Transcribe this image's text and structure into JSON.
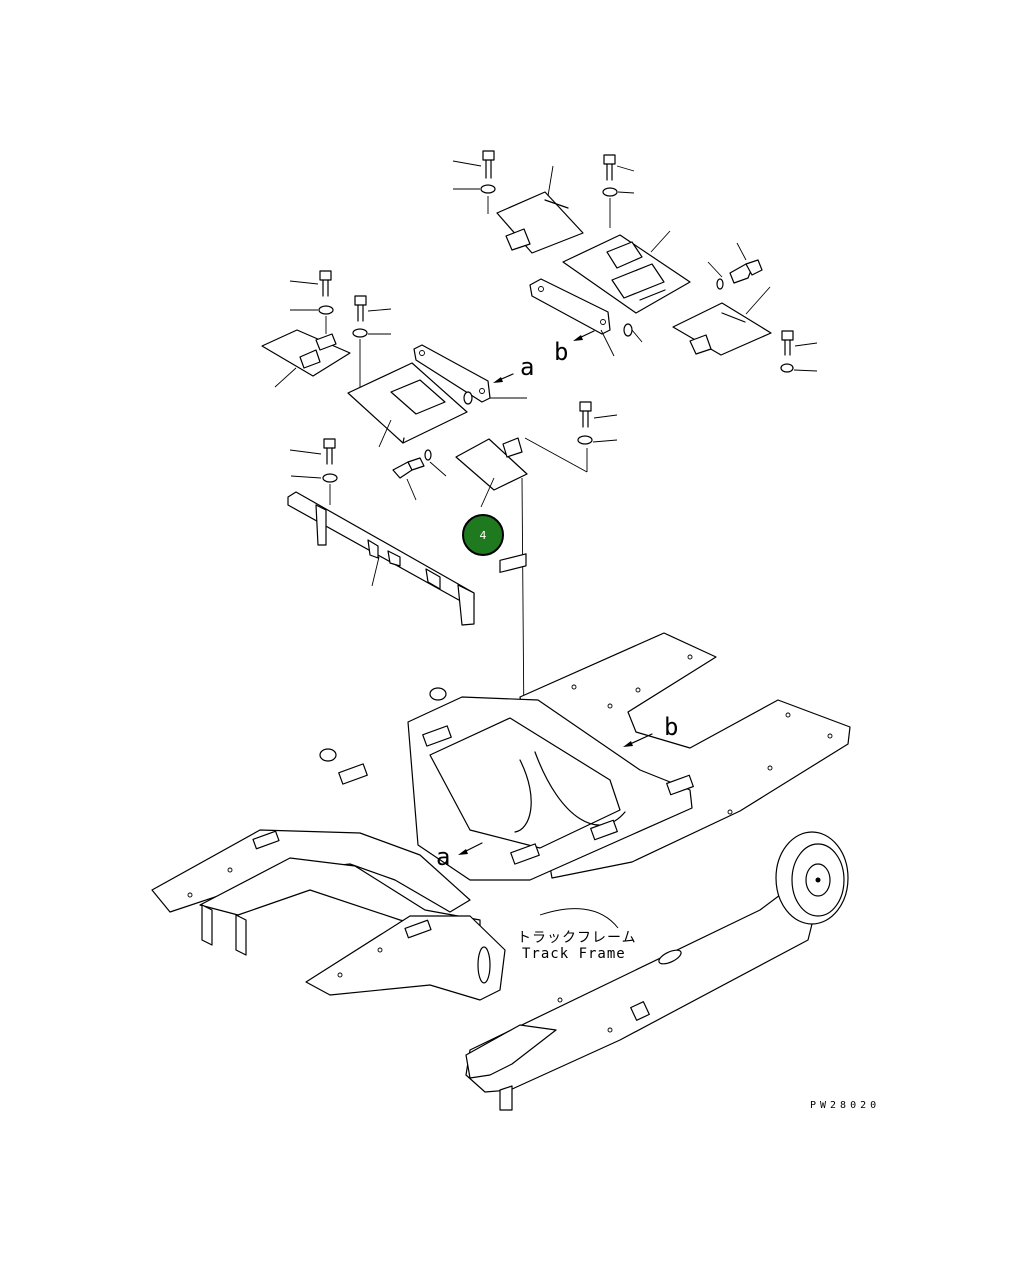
{
  "diagram": {
    "labels": {
      "a": "a",
      "b": "b"
    },
    "track_frame": {
      "jp": "トラックフレーム",
      "en": "Track Frame"
    },
    "drawing_code": "PW28020",
    "callouts": [
      {
        "number": "4",
        "color": "#1f7a1f"
      }
    ]
  }
}
